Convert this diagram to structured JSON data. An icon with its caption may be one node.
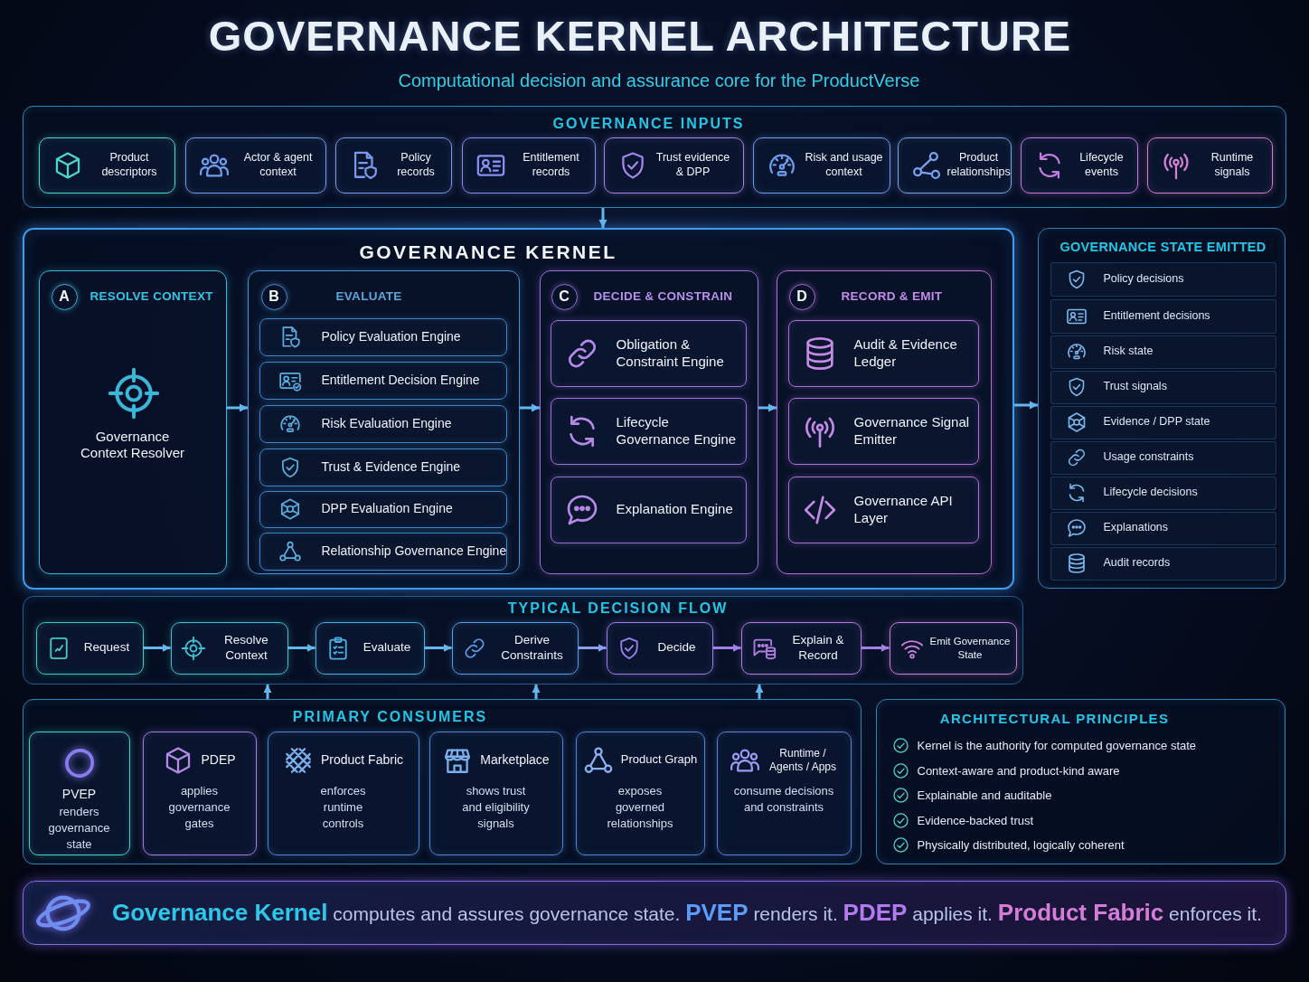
{
  "diagram": {
    "title": "GOVERNANCE KERNEL ARCHITECTURE",
    "nodes": [
      {
        "text": [
          "GOVERNANCE INPUTS"
        ]
      },
      {
        "text": [
          "Product descriptors"
        ],
        "in": 0
      },
      {
        "text": [
          "Actor & agent context"
        ],
        "in": 0
      },
      {
        "text": [
          "Policy records"
        ],
        "in": 0
      },
      {
        "text": [
          "Entitlement records"
        ],
        "in": 0
      },
      {
        "text": [
          "Trust evidence & DPP"
        ],
        "in": 0
      },
      {
        "text": [
          "Risk and usage context"
        ],
        "in": 0
      },
      {
        "text": [
          "Product relationships"
        ],
        "in": 0
      },
      {
        "text": [
          "Lifecycle events"
        ],
        "in": 0
      },
      {
        "text": [
          "Runtime signals"
        ],
        "in": 0
      },
      {
        "text": [
          "GOVERNANCE KERNEL"
        ]
      },
      {
        "text": [
          "RESOLVE CONTEXT",
          "Governance Context Resolver"
        ],
        "in": 10
      },
      {
        "text": [
          "A"
        ],
        "in": 11
      },
      {
        "text": [
          "EVALUATE"
        ],
        "in": 10
      },
      {
        "text": [
          "B"
        ],
        "in": 13
      },
      {
        "text": [
          "Policy Evaluation Engine"
        ],
        "in": 13
      },
      {
        "text": [
          "Entitlement Decision Engine"
        ],
        "in": 13
      },
      {
        "text": [
          "Risk Evaluation Engine"
        ],
        "in": 13
      },
      {
        "text": [
          "Trust & Evidence Engine"
        ],
        "in": 13
      },
      {
        "text": [
          "DPP Evaluation Engine"
        ],
        "in": 13
      },
      {
        "text": [
          "Relationship Governance Engine"
        ],
        "in": 13
      },
      {
        "text": [
          "DECIDE & CONSTRAIN"
        ],
        "in": 10
      },
      {
        "text": [
          "C"
        ],
        "in": 21
      },
      {
        "text": [
          "Obligation & Constraint Engine"
        ],
        "in": 21
      },
      {
        "text": [
          "Lifecycle Governance Engine"
        ],
        "in": 21
      },
      {
        "text": [
          "Explanation Engine"
        ],
        "in": 21
      },
      {
        "text": [
          "RECORD & EMIT"
        ],
        "in": 10
      },
      {
        "text": [
          "D"
        ],
        "in": 26
      },
      {
        "text": [
          "Audit & Evidence Ledger"
        ],
        "in": 26
      },
      {
        "text": [
          "Governance Signal Emitter"
        ],
        "in": 26
      },
      {
        "text": [
          "Governance API Layer"
        ],
        "in": 26
      },
      {
        "text": [
          "GOVERNANCE STATE EMITTED"
        ]
      },
      {
        "text": [
          "Policy decisions"
        ],
        "in": 31
      },
      {
        "text": [
          "Entitlement decisions"
        ],
        "in": 31
      },
      {
        "text": [
          "Risk state"
        ],
        "in": 31
      },
      {
        "text": [
          "Trust signals"
        ],
        "in": 31
      },
      {
        "text": [
          "Evidence / DPP state"
        ],
        "in": 31
      },
      {
        "text": [
          "Usage constraints"
        ],
        "in": 31
      },
      {
        "text": [
          "Lifecycle decisions"
        ],
        "in": 31
      },
      {
        "text": [
          "Explanations"
        ],
        "in": 31
      },
      {
        "text": [
          "Audit records"
        ],
        "in": 31
      },
      {
        "text": [
          "TYPICAL DECISION FLOW"
        ]
      },
      {
        "text": [
          "Request"
        ],
        "in": 41
      },
      {
        "text": [
          "Resolve Context"
        ],
        "in": 41
      },
      {
        "text": [
          "Evaluate"
        ],
        "in": 41
      },
      {
        "text": [
          "Derive Constraints"
        ],
        "in": 41
      },
      {
        "text": [
          "Decide"
        ],
        "in": 41
      },
      {
        "text": [
          "Explain & Record"
        ],
        "in": 41
      },
      {
        "text": [
          "Emit Governance State"
        ],
        "in": 41
      },
      {
        "text": [
          "PRIMARY CONSUMERS"
        ]
      },
      {
        "text": [
          "PVEP",
          "renders governance state"
        ],
        "in": 49
      },
      {
        "text": [
          "PDEP",
          "applies governance gates"
        ],
        "in": 49
      },
      {
        "text": [
          "Product Fabric",
          "enforces runtime controls"
        ],
        "in": 49
      },
      {
        "text": [
          "Marketplace",
          "shows trust and eligibility signals"
        ],
        "in": 49
      },
      {
        "text": [
          "Product Graph",
          "exposes governed relationships"
        ],
        "in": 49
      },
      {
        "text": [
          "Runtime / Agents / Apps",
          "consume decisions and constraints"
        ],
        "in": 49
      },
      {
        "text": [
          "ARCHITECTURAL PRINCIPLES",
          "Kernel is the authority for computed governance state",
          "Context-aware and product-kind aware",
          "Explainable and auditable",
          "Evidence-backed trust",
          "Physically distributed, logically coherent"
        ]
      },
      {
        "text": [
          "**Governance Kernel** computes and assures governance state. **PVEP** renders it. **PDEP** applies it. **Product Fabric** enforces it."
        ]
      }
    ],
    "edges": [
      {
        "from": 0,
        "to": 10,
        "arrow": "to"
      },
      {
        "from": 11,
        "to": 13,
        "arrow": "to"
      },
      {
        "from": 13,
        "to": 21,
        "arrow": "to"
      },
      {
        "from": 21,
        "to": 26,
        "arrow": "to"
      },
      {
        "from": 10,
        "to": 31,
        "arrow": "to"
      },
      {
        "from": 42,
        "to": 43,
        "arrow": "to"
      },
      {
        "from": 43,
        "to": 44,
        "arrow": "to"
      },
      {
        "from": 44,
        "to": 45,
        "arrow": "to"
      },
      {
        "from": 45,
        "to": 46,
        "arrow": "to",
        "color": "#8b9ef0"
      },
      {
        "from": 46,
        "to": 47,
        "arrow": "to",
        "color": "#a27ee6"
      },
      {
        "from": 47,
        "to": 48,
        "arrow": "to",
        "color": "#a27ee6"
      },
      {
        "from": 49,
        "to": 41,
        "arrow": "to"
      },
      {
        "from": 49,
        "to": 41,
        "arrow": "to"
      },
      {
        "from": 49,
        "to": 41,
        "arrow": "to"
      }
    ],
    "labels": [
      "Computational decision and assurance core for the ProductVerse"
    ]
  }
}
